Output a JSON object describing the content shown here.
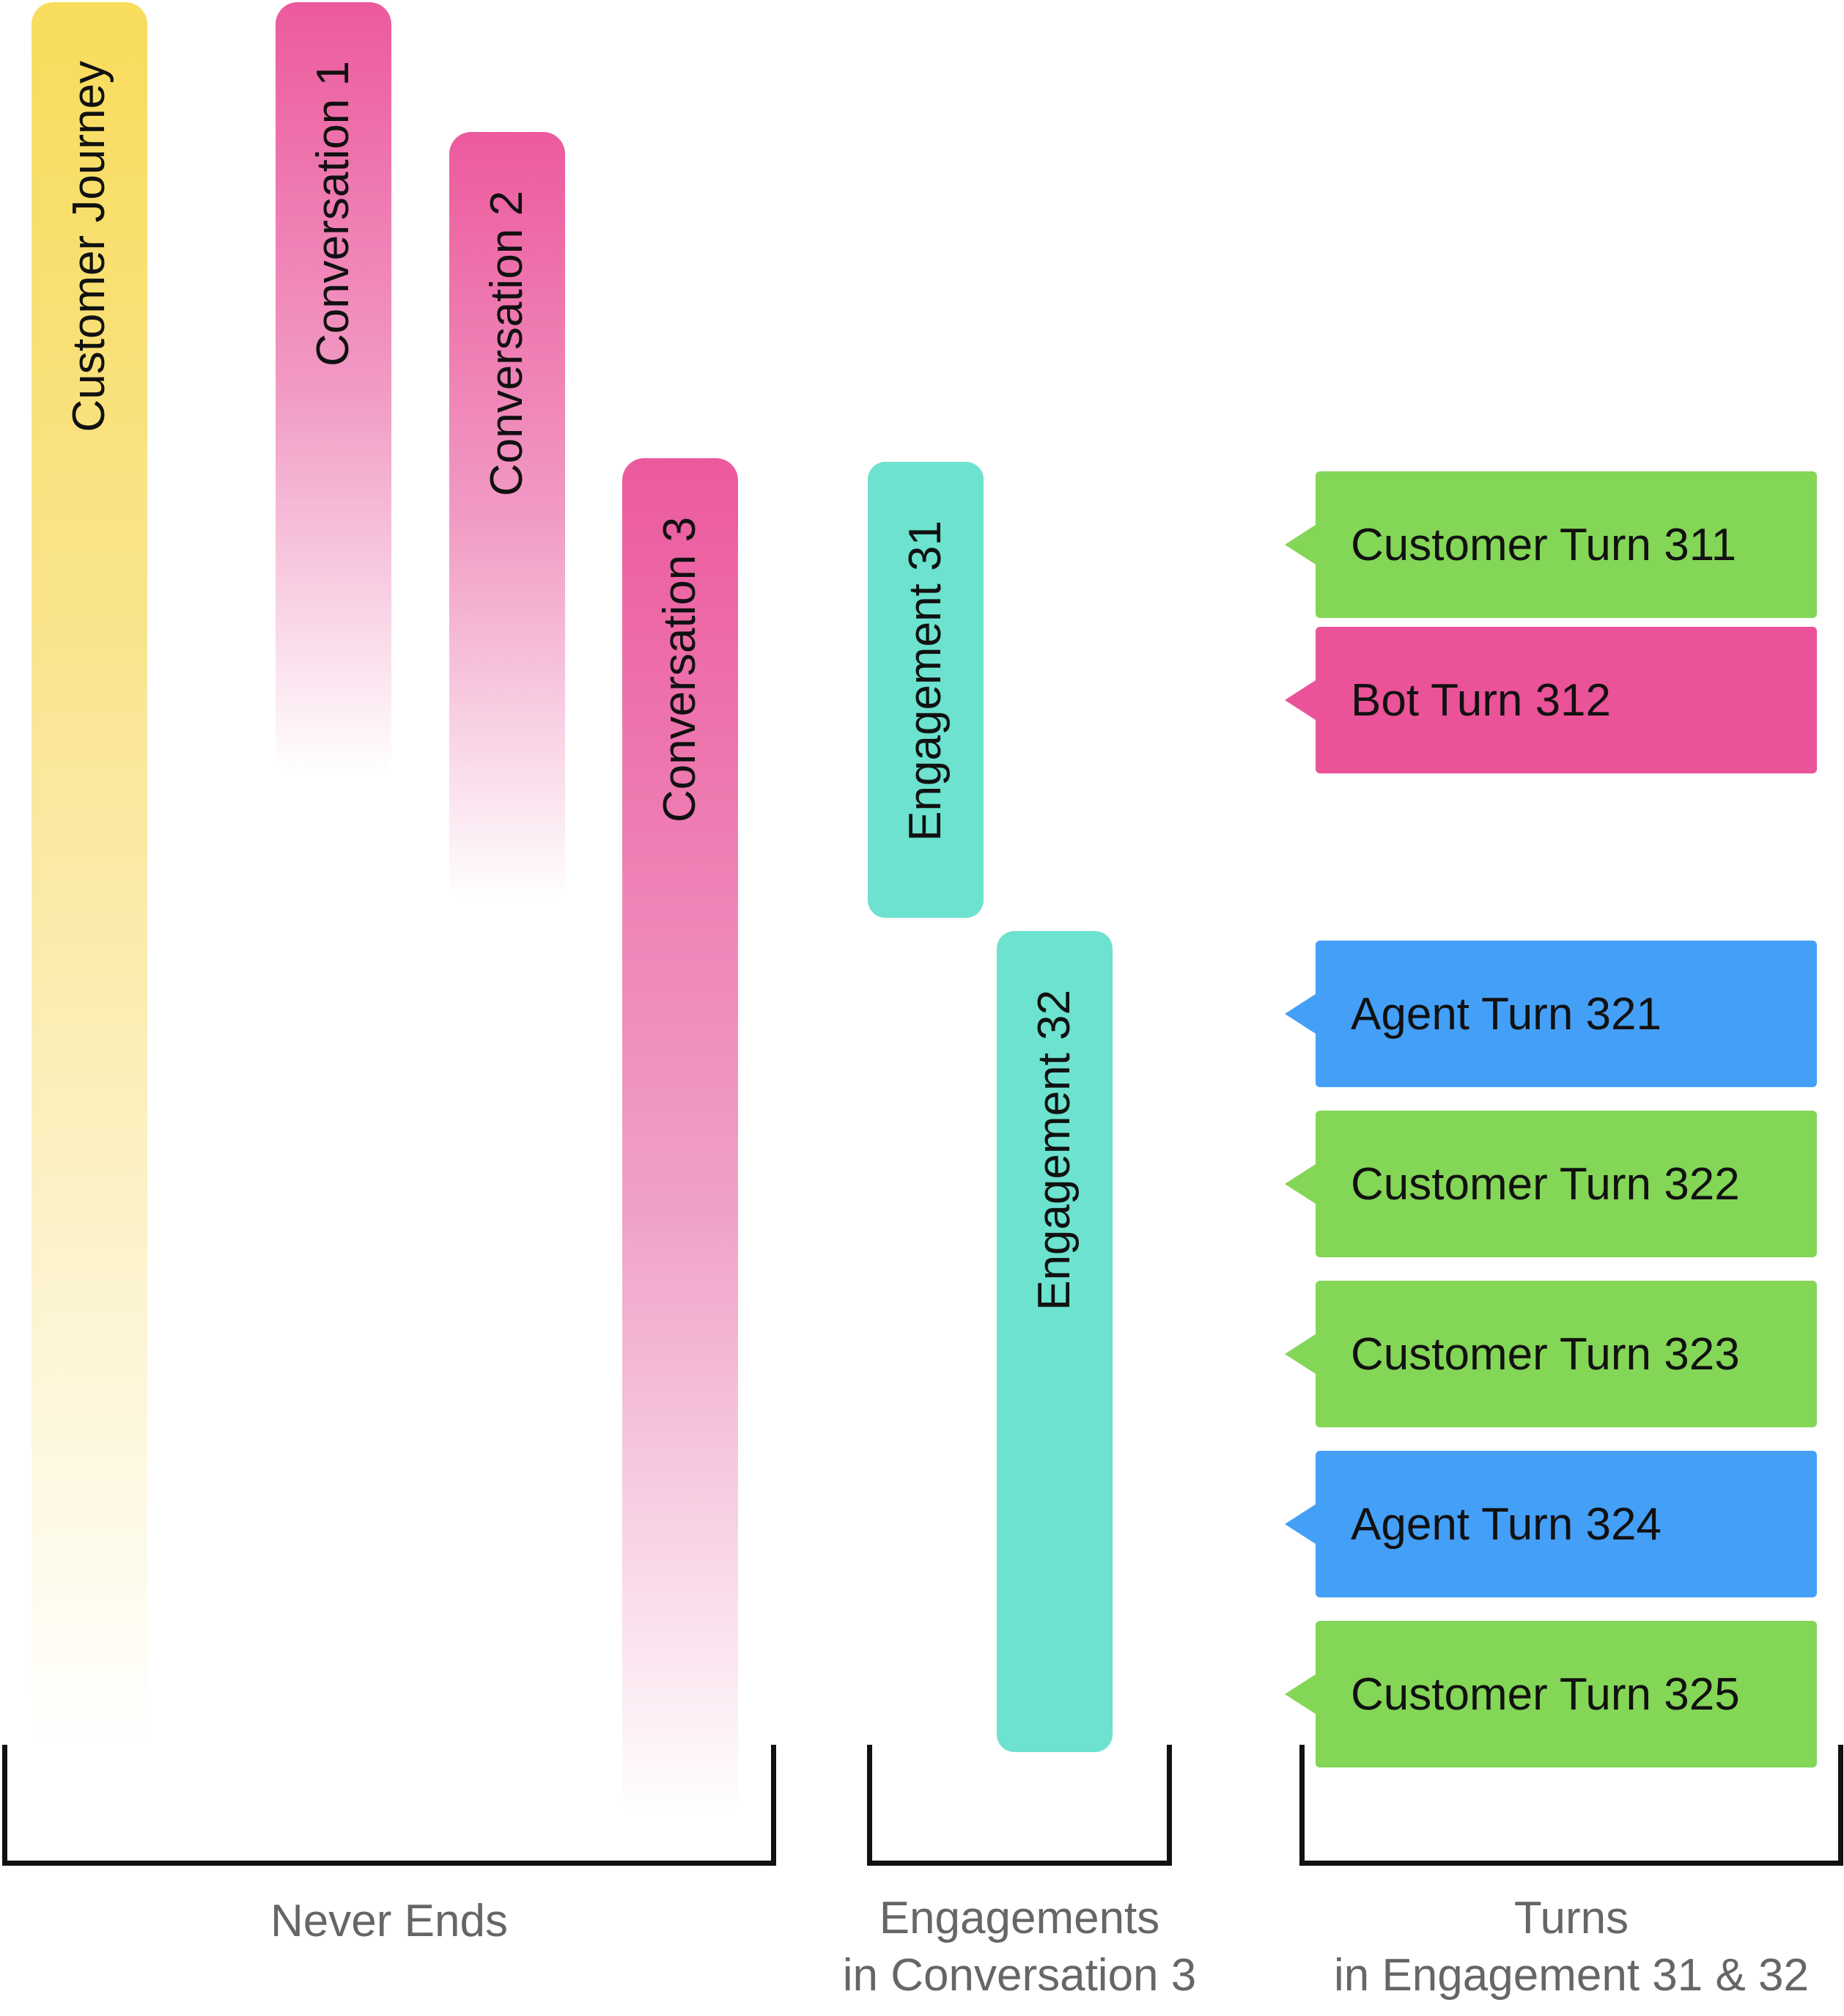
{
  "bars": {
    "customer_journey": "Customer Journey",
    "conversation_1": "Conversation 1",
    "conversation_2": "Conversation 2",
    "conversation_3": "Conversation 3",
    "engagement_31": "Engagement 31",
    "engagement_32": "Engagement 32"
  },
  "turns": [
    {
      "label": "Customer Turn 311",
      "role": "customer",
      "color": "#84d656"
    },
    {
      "label": "Bot Turn 312",
      "role": "bot",
      "color": "#ea5398"
    },
    {
      "label": "Agent Turn 321",
      "role": "agent",
      "color": "#449ff7"
    },
    {
      "label": "Customer Turn 322",
      "role": "customer",
      "color": "#84d656"
    },
    {
      "label": "Customer Turn 323",
      "role": "customer",
      "color": "#84d656"
    },
    {
      "label": "Agent Turn 324",
      "role": "agent",
      "color": "#449ff7"
    },
    {
      "label": "Customer Turn 325",
      "role": "customer",
      "color": "#84d656"
    }
  ],
  "captions": {
    "never_ends": "Never Ends",
    "engagements_line1": "Engagements",
    "engagements_line2": "in Conversation 3",
    "turns_line1": "Turns",
    "turns_line2": "in Engagement 31 & 32"
  },
  "colors": {
    "journey": "#f8dc5c",
    "conversation": "#ec5a9d",
    "engagement": "#6ce2cf",
    "customer_turn": "#84d656",
    "bot_turn": "#ea5398",
    "agent_turn": "#449ff7"
  }
}
